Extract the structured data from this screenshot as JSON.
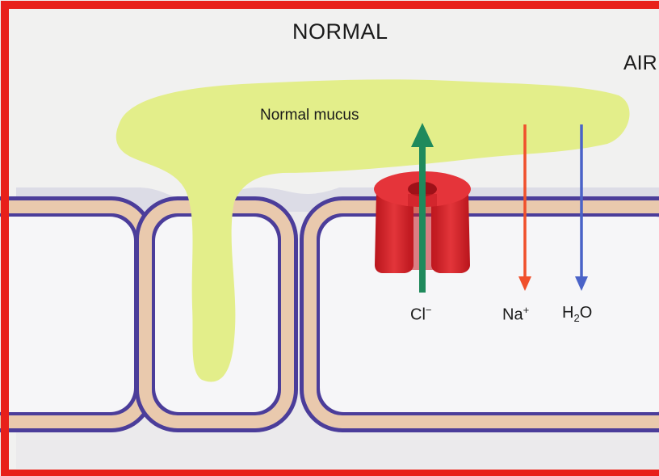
{
  "title": "NORMAL",
  "side_label": "AIR",
  "mucus_label": "Normal mucus",
  "ions": {
    "chloride": {
      "symbol": "Cl",
      "charge": "−"
    },
    "sodium": {
      "symbol": "Na",
      "charge": "+"
    },
    "water": {
      "h": "H",
      "sub": "2",
      "o": "O"
    }
  },
  "colors": {
    "frame": "#e8201a",
    "background": "#f1f1f0",
    "mucus": "#e3ee8a",
    "membrane": "#4b3d9a",
    "membrane_core": "#e9c9ad",
    "cytoplasm": "#f6f6f8",
    "channel": "#d9262d",
    "chloride_arrow": "#1f8a5c",
    "sodium_arrow": "#f0502c",
    "water_arrow": "#4a63c8"
  }
}
